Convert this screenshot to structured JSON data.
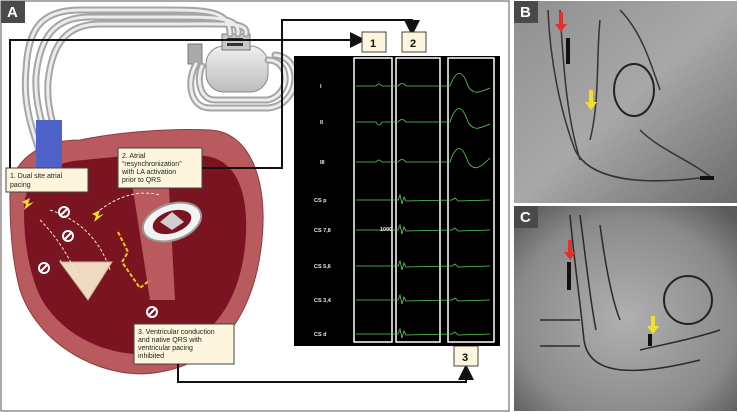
{
  "panels": {
    "a": "A",
    "b": "B",
    "c": "C"
  },
  "callouts": {
    "c1": [
      "1. Dual site atrial",
      "pacing"
    ],
    "c2": [
      "2. Atrial",
      "“resynchronization”",
      "with LA activation",
      "prior to QRS"
    ],
    "c3": [
      "3. Ventricular conduction",
      "and native QRS with",
      "ventricular pacing",
      "inhibited"
    ]
  },
  "egm_boxes": [
    "1",
    "2",
    "3"
  ],
  "ecg_leads": [
    "I",
    "II",
    "III",
    "CS p",
    "CS 7,8",
    "CS 5,6",
    "CS 3,4",
    "CS d"
  ],
  "ecg_annotation": "1000",
  "colors": {
    "panel_border": "#555555",
    "heart_outer": "#b85a5e",
    "heart_inner": "#7a1420",
    "ecg_background": "#000000",
    "ecg_trace": "#5fd25f",
    "callout_fill": "#fdf6dc",
    "arrow_red": "#e03030",
    "arrow_yellow": "#f3e02a"
  }
}
